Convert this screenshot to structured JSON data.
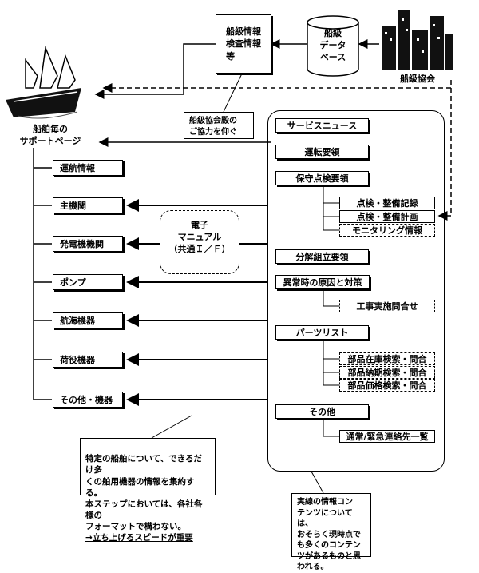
{
  "top": {
    "info_box": "船級情報\n検査情報\n等",
    "database": "船級\nデータ\nベース",
    "society": "船級協会",
    "callout": "船級協会殿の\nご協力を仰ぐ"
  },
  "ship": {
    "label": "船舶毎の\nサポートページ"
  },
  "left_items": [
    "運航情報",
    "主機関",
    "発電機機関",
    "ポンプ",
    "航海機器",
    "荷役機器",
    "その他・機器"
  ],
  "manual": "電子\nマニュアル\n（共通Ｉ／Ｆ）",
  "right": {
    "items": [
      "サービスニュース",
      "運転要領",
      "保守点検要領",
      "分解組立要領",
      "異常時の原因と対策",
      "パーツリスト",
      "その他"
    ],
    "maintenance_sub": [
      "点検・整備記録",
      "点検・整備計画",
      "モニタリング情報"
    ],
    "abnormal_sub": [
      "工事実施問合せ"
    ],
    "parts_sub": [
      "部品在庫検索・問合",
      "部品納期検索・問合",
      "部品価格検索・問合"
    ],
    "other_sub": [
      "通常/緊急連絡先一覧"
    ]
  },
  "note_left": {
    "text": "特定の船舶について、できるだけ多\nくの舶用機器の情報を集約する。\n本ステップにおいては、各社各様の\nフォーマットで構わない。",
    "emphasis": "→立ち上げるスピードが重要"
  },
  "note_right": "実線の情報コン\nテンツについては、\nおそらく現時点で\nも多くのコンテン\nツがあるものと思\nわれる。"
}
